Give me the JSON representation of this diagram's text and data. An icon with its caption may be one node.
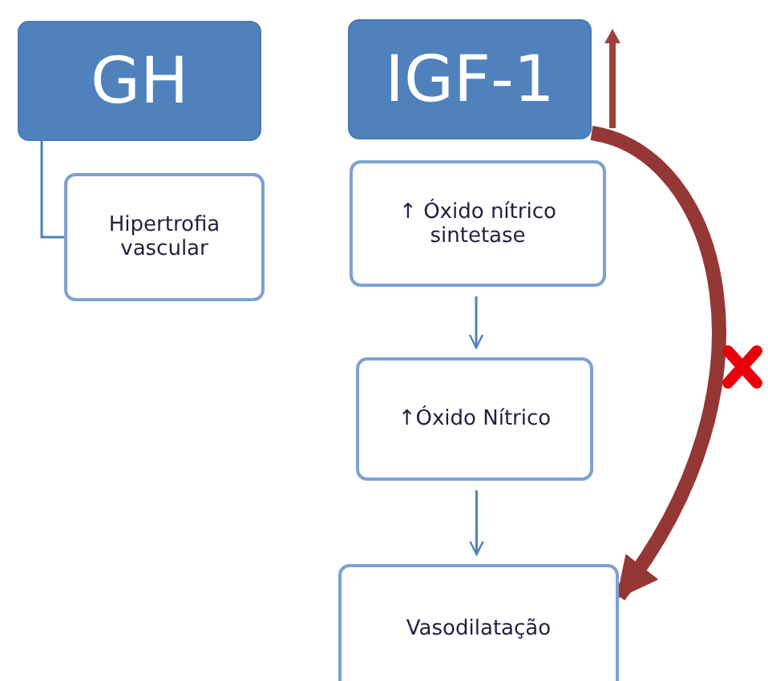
{
  "diagram": {
    "nodes": [
      {
        "text": [
          "GH"
        ]
      },
      {
        "text": [
          "Hipertrofia vascular"
        ]
      },
      {
        "text": [
          "IGF-1"
        ]
      },
      {
        "text": [
          "↑ Óxido nítrico sintetase"
        ]
      },
      {
        "text": [
          "↑Óxido Nítrico"
        ]
      },
      {
        "text": [
          "Vasodilatação"
        ]
      }
    ],
    "edges": [
      {
        "from": 0,
        "to": 1,
        "arrow": "none"
      },
      {
        "from": 3,
        "to": 4,
        "arrow": "to"
      },
      {
        "from": 4,
        "to": 5,
        "arrow": "to"
      },
      {
        "from": 2,
        "to": 5,
        "arrow": "to",
        "style": "thick",
        "color": "#953735"
      }
    ]
  }
}
